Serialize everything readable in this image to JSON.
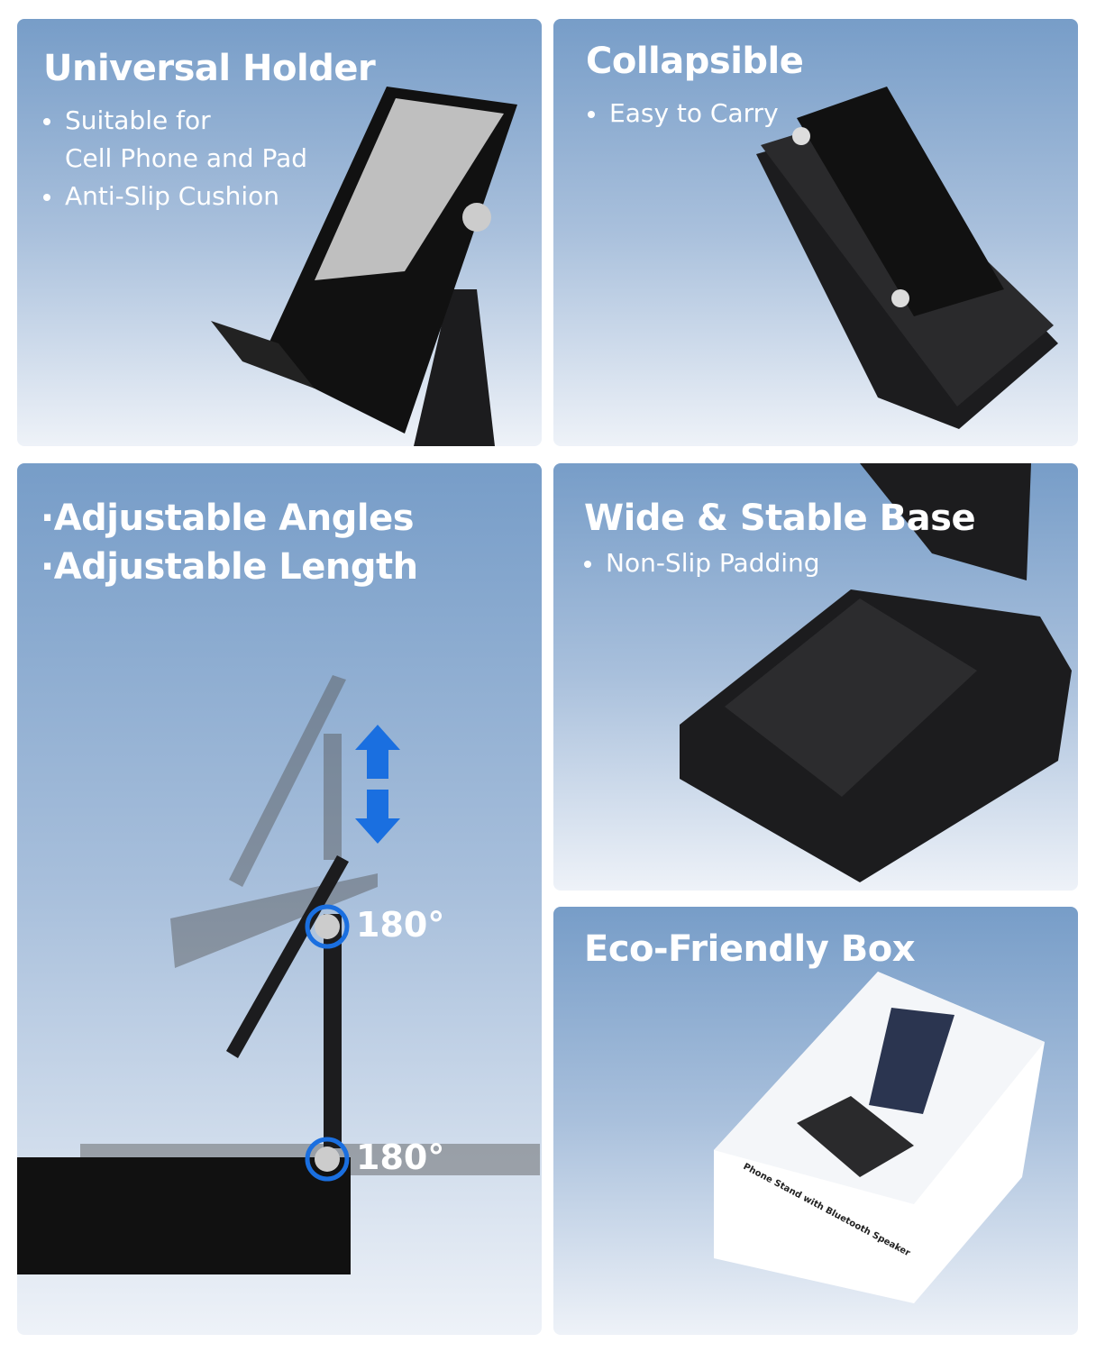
{
  "panels": [
    {
      "title": "Universal Holder",
      "bullets": [
        "Suitable for",
        "Cell Phone and Pad",
        "Anti-Slip Cushion"
      ]
    },
    {
      "title": "Collapsible",
      "bullets": [
        "Easy to Carry"
      ]
    },
    {
      "title_lines": [
        "Adjustable Angles",
        "Adjustable Length"
      ],
      "angle_labels": [
        "180°",
        "180°"
      ]
    },
    {
      "title": "Wide & Stable Base",
      "bullets": [
        "Non-Slip Padding"
      ]
    },
    {
      "title": "Eco-Friendly Box",
      "box_text": "Phone Stand with Bluetooth Speaker"
    }
  ],
  "colors": {
    "panel_top": "#779dc8",
    "panel_bottom": "#eef2f8",
    "arrow": "#1a6fe0",
    "product": "#1c1c1e"
  }
}
